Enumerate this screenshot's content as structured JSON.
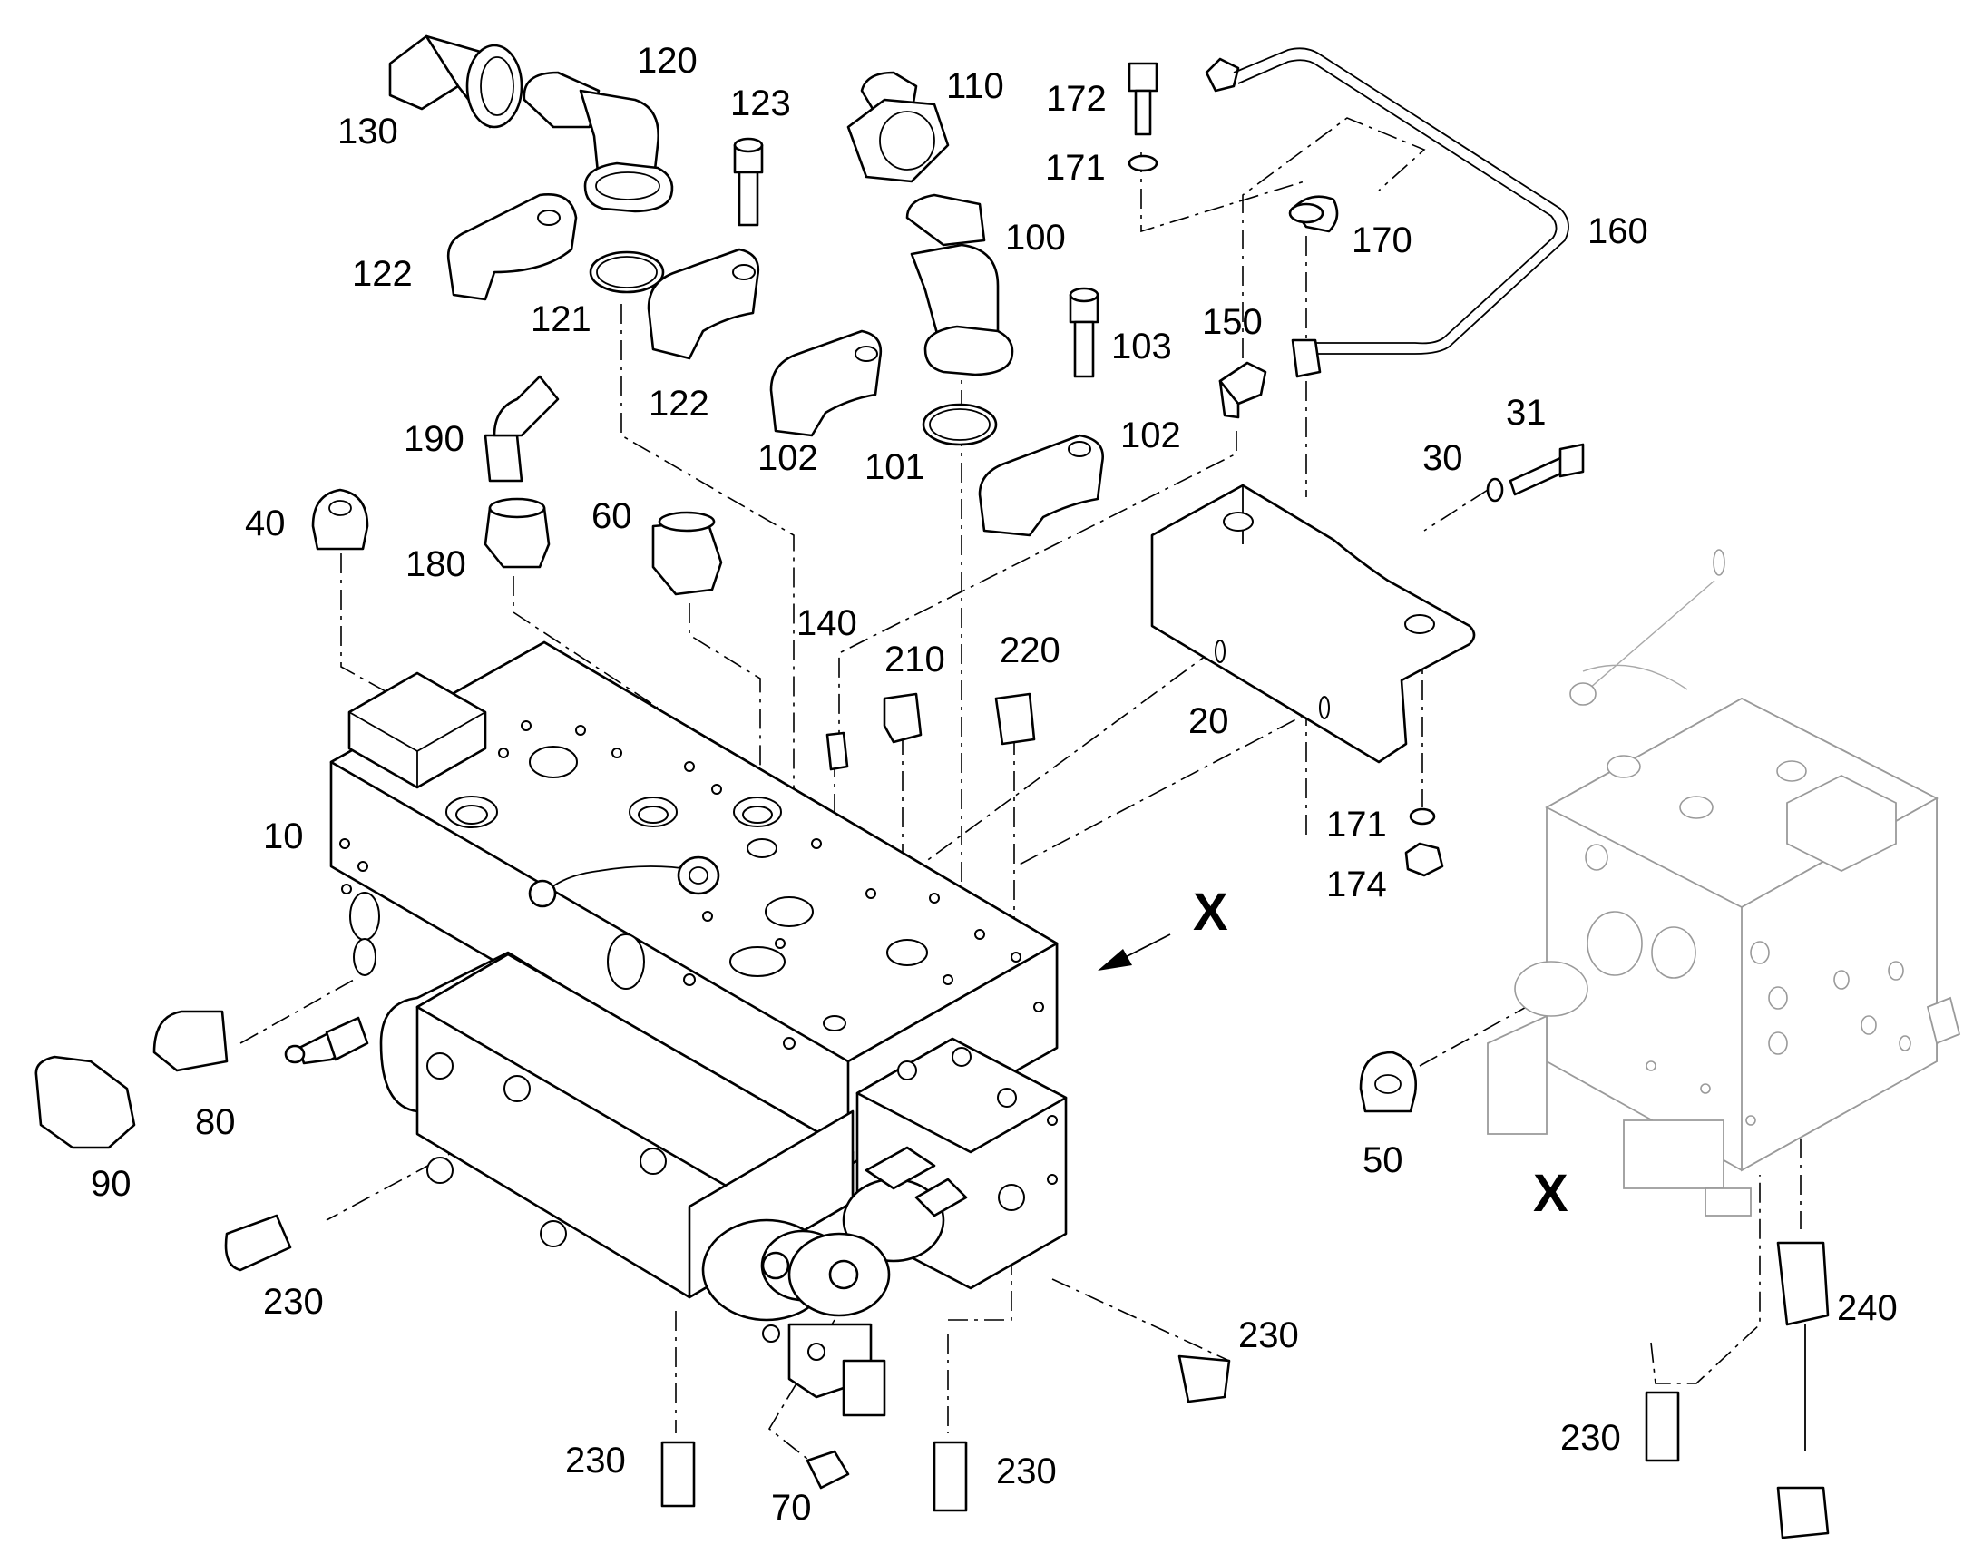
{
  "labels": {
    "p10": "10",
    "p20": "20",
    "p30": "30",
    "p31": "31",
    "p40": "40",
    "p50": "50",
    "p60": "60",
    "p70": "70",
    "p80": "80",
    "p90": "90",
    "p100": "100",
    "p101": "101",
    "p102a": "102",
    "p102b": "102",
    "p103": "103",
    "p110": "110",
    "p120": "120",
    "p121": "121",
    "p122a": "122",
    "p122b": "122",
    "p123": "123",
    "p130": "130",
    "p140": "140",
    "p150": "150",
    "p160": "160",
    "p170": "170",
    "p171a": "171",
    "p171b": "171",
    "p172": "172",
    "p174": "174",
    "p180": "180",
    "p190": "190",
    "p210": "210",
    "p220": "220",
    "p230a": "230",
    "p230b": "230",
    "p230c": "230",
    "p230d": "230",
    "p230e": "230",
    "p240": "240"
  },
  "view_markers": {
    "arrow": "X",
    "detail": "X"
  }
}
